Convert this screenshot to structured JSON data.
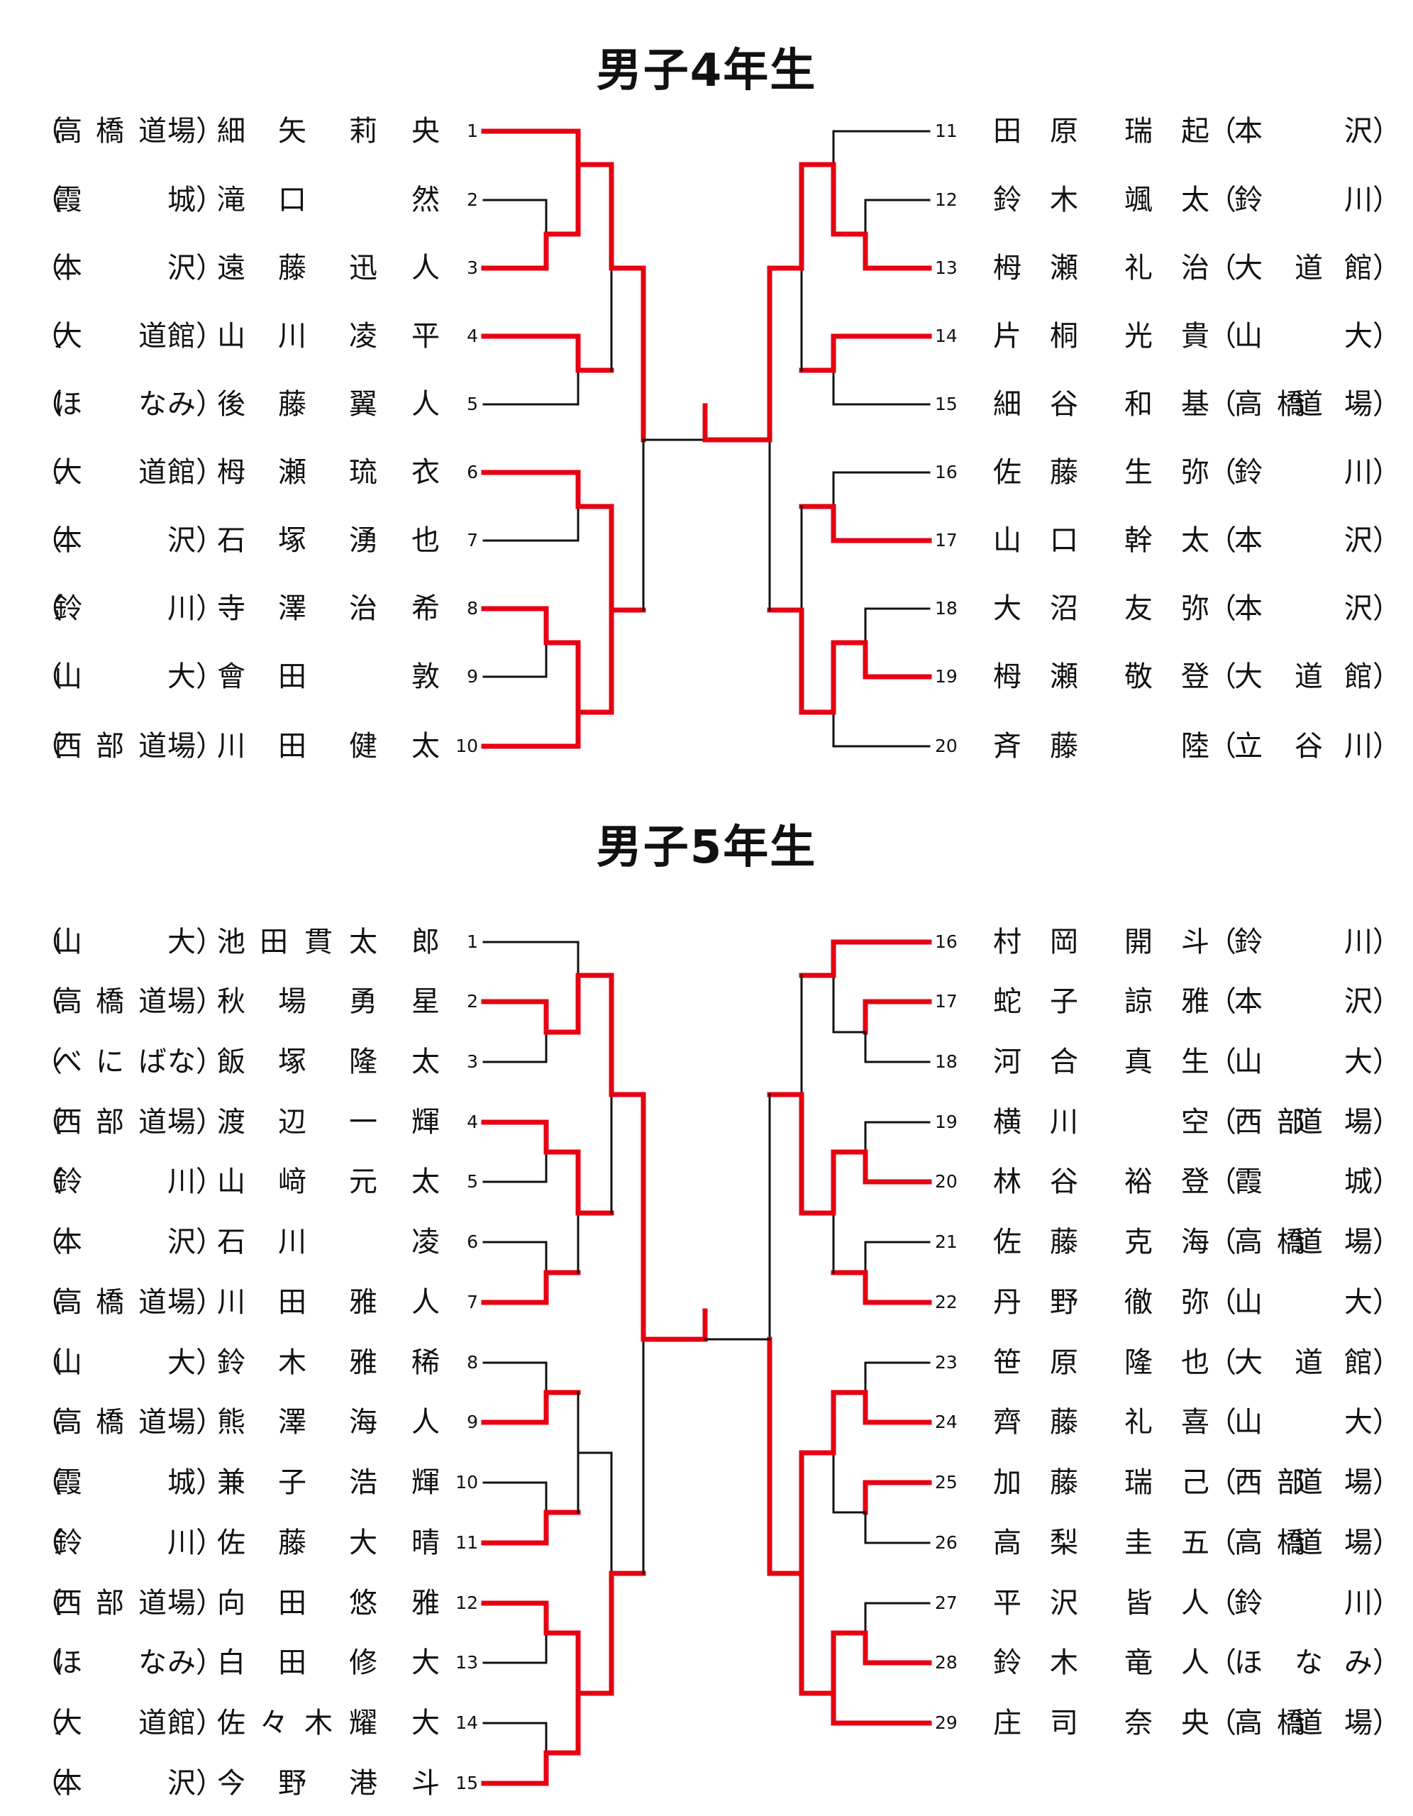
{
  "brackets": [
    {
      "title": "男子4年生",
      "left": [
        {
          "club": [
            "高",
            "橋",
            "道",
            "場"
          ],
          "name": [
            "細",
            "矢",
            "莉",
            "央"
          ],
          "num": "1"
        },
        {
          "club": [
            "霞",
            "",
            "",
            "城"
          ],
          "name": [
            "滝",
            "口",
            "",
            "然"
          ],
          "num": "2"
        },
        {
          "club": [
            "本",
            "",
            "",
            "沢"
          ],
          "name": [
            "遠",
            "藤",
            "迅",
            "人"
          ],
          "num": "3"
        },
        {
          "club": [
            "大",
            "",
            "道",
            "館"
          ],
          "name": [
            "山",
            "川",
            "凌",
            "平"
          ],
          "num": "4"
        },
        {
          "club": [
            "ほ",
            "",
            "な",
            "み"
          ],
          "name": [
            "後",
            "藤",
            "翼",
            "人"
          ],
          "num": "5"
        },
        {
          "club": [
            "大",
            "",
            "道",
            "館"
          ],
          "name": [
            "栂",
            "瀬",
            "琉",
            "衣"
          ],
          "num": "6"
        },
        {
          "club": [
            "本",
            "",
            "",
            "沢"
          ],
          "name": [
            "石",
            "塚",
            "湧",
            "也"
          ],
          "num": "7"
        },
        {
          "club": [
            "鈴",
            "",
            "",
            "川"
          ],
          "name": [
            "寺",
            "澤",
            "治",
            "希"
          ],
          "num": "8"
        },
        {
          "club": [
            "山",
            "",
            "",
            "大"
          ],
          "name": [
            "會",
            "田",
            "",
            "敦"
          ],
          "num": "9"
        },
        {
          "club": [
            "西",
            "部",
            "道",
            "場"
          ],
          "name": [
            "川",
            "田",
            "健",
            "太"
          ],
          "num": "10"
        }
      ],
      "right": [
        {
          "num": "11",
          "name": [
            "田",
            "原",
            "瑞",
            "起"
          ],
          "club": [
            "本",
            "",
            "",
            "沢"
          ]
        },
        {
          "num": "12",
          "name": [
            "鈴",
            "木",
            "颯",
            "太"
          ],
          "club": [
            "鈴",
            "",
            "",
            "川"
          ]
        },
        {
          "num": "13",
          "name": [
            "栂",
            "瀬",
            "礼",
            "治"
          ],
          "club": [
            "大",
            "",
            "道",
            "館"
          ]
        },
        {
          "num": "14",
          "name": [
            "片",
            "桐",
            "光",
            "貴"
          ],
          "club": [
            "山",
            "",
            "",
            "大"
          ]
        },
        {
          "num": "15",
          "name": [
            "細",
            "谷",
            "和",
            "基"
          ],
          "club": [
            "高",
            "橋",
            "道",
            "場"
          ]
        },
        {
          "num": "16",
          "name": [
            "佐",
            "藤",
            "生",
            "弥"
          ],
          "club": [
            "鈴",
            "",
            "",
            "川"
          ]
        },
        {
          "num": "17",
          "name": [
            "山",
            "口",
            "幹",
            "太"
          ],
          "club": [
            "本",
            "",
            "",
            "沢"
          ]
        },
        {
          "num": "18",
          "name": [
            "大",
            "沼",
            "友",
            "弥"
          ],
          "club": [
            "本",
            "",
            "",
            "沢"
          ]
        },
        {
          "num": "19",
          "name": [
            "栂",
            "瀬",
            "敬",
            "登"
          ],
          "club": [
            "大",
            "",
            "道",
            "館"
          ]
        },
        {
          "num": "20",
          "name": [
            "斉",
            "藤",
            "",
            "陸"
          ],
          "club": [
            "立",
            "",
            "谷",
            "川"
          ]
        }
      ]
    },
    {
      "title": "男子5年生",
      "left": [
        {
          "club": [
            "山",
            "",
            "",
            "大"
          ],
          "name": [
            "池",
            "田",
            "貫",
            "太",
            "郎"
          ],
          "num": "1"
        },
        {
          "club": [
            "高",
            "橋",
            "道",
            "場"
          ],
          "name": [
            "秋",
            "場",
            "勇",
            "星"
          ],
          "num": "2"
        },
        {
          "club": [
            "べ",
            "に",
            "ば",
            "な"
          ],
          "name": [
            "飯",
            "塚",
            "隆",
            "太"
          ],
          "num": "3"
        },
        {
          "club": [
            "西",
            "部",
            "道",
            "場"
          ],
          "name": [
            "渡",
            "辺",
            "一",
            "輝"
          ],
          "num": "4"
        },
        {
          "club": [
            "鈴",
            "",
            "",
            "川"
          ],
          "name": [
            "山",
            "﨑",
            "元",
            "太"
          ],
          "num": "5"
        },
        {
          "club": [
            "本",
            "",
            "",
            "沢"
          ],
          "name": [
            "石",
            "川",
            "",
            "凌"
          ],
          "num": "6"
        },
        {
          "club": [
            "高",
            "橋",
            "道",
            "場"
          ],
          "name": [
            "川",
            "田",
            "雅",
            "人"
          ],
          "num": "7"
        },
        {
          "club": [
            "山",
            "",
            "",
            "大"
          ],
          "name": [
            "鈴",
            "木",
            "雅",
            "稀"
          ],
          "num": "8"
        },
        {
          "club": [
            "高",
            "橋",
            "道",
            "場"
          ],
          "name": [
            "熊",
            "澤",
            "海",
            "人"
          ],
          "num": "9"
        },
        {
          "club": [
            "霞",
            "",
            "",
            "城"
          ],
          "name": [
            "兼",
            "子",
            "浩",
            "輝"
          ],
          "num": "10"
        },
        {
          "club": [
            "鈴",
            "",
            "",
            "川"
          ],
          "name": [
            "佐",
            "藤",
            "大",
            "晴"
          ],
          "num": "11"
        },
        {
          "club": [
            "西",
            "部",
            "道",
            "場"
          ],
          "name": [
            "向",
            "田",
            "悠",
            "雅"
          ],
          "num": "12"
        },
        {
          "club": [
            "ほ",
            "",
            "な",
            "み"
          ],
          "name": [
            "白",
            "田",
            "修",
            "大"
          ],
          "num": "13"
        },
        {
          "club": [
            "大",
            "",
            "道",
            "館"
          ],
          "name": [
            "佐",
            "々",
            "木",
            "耀",
            "大"
          ],
          "num": "14"
        },
        {
          "club": [
            "本",
            "",
            "",
            "沢"
          ],
          "name": [
            "今",
            "野",
            "港",
            "斗"
          ],
          "num": "15"
        }
      ],
      "right": [
        {
          "num": "16",
          "name": [
            "村",
            "岡",
            "開",
            "斗"
          ],
          "club": [
            "鈴",
            "",
            "",
            "川"
          ]
        },
        {
          "num": "17",
          "name": [
            "蛇",
            "子",
            "諒",
            "雅"
          ],
          "club": [
            "本",
            "",
            "",
            "沢"
          ]
        },
        {
          "num": "18",
          "name": [
            "河",
            "合",
            "真",
            "生"
          ],
          "club": [
            "山",
            "",
            "",
            "大"
          ]
        },
        {
          "num": "19",
          "name": [
            "横",
            "川",
            "",
            "空"
          ],
          "club": [
            "西",
            "部",
            "道",
            "場"
          ]
        },
        {
          "num": "20",
          "name": [
            "林",
            "谷",
            "裕",
            "登"
          ],
          "club": [
            "霞",
            "",
            "",
            "城"
          ]
        },
        {
          "num": "21",
          "name": [
            "佐",
            "藤",
            "克",
            "海"
          ],
          "club": [
            "高",
            "橋",
            "道",
            "場"
          ]
        },
        {
          "num": "22",
          "name": [
            "丹",
            "野",
            "徹",
            "弥"
          ],
          "club": [
            "山",
            "",
            "",
            "大"
          ]
        },
        {
          "num": "23",
          "name": [
            "笹",
            "原",
            "隆",
            "也"
          ],
          "club": [
            "大",
            "",
            "道",
            "館"
          ]
        },
        {
          "num": "24",
          "name": [
            "齊",
            "藤",
            "礼",
            "喜"
          ],
          "club": [
            "山",
            "",
            "",
            "大"
          ]
        },
        {
          "num": "25",
          "name": [
            "加",
            "藤",
            "瑞",
            "己"
          ],
          "club": [
            "西",
            "部",
            "道",
            "場"
          ]
        },
        {
          "num": "26",
          "name": [
            "高",
            "梨",
            "圭",
            "五"
          ],
          "club": [
            "高",
            "橋",
            "道",
            "場"
          ]
        },
        {
          "num": "27",
          "name": [
            "平",
            "沢",
            "皆",
            "人"
          ],
          "club": [
            "鈴",
            "",
            "",
            "川"
          ]
        },
        {
          "num": "28",
          "name": [
            "鈴",
            "木",
            "竜",
            "人"
          ],
          "club": [
            "ほ",
            "",
            "な",
            "み"
          ]
        },
        {
          "num": "29",
          "name": [
            "庄",
            "司",
            "奈",
            "央"
          ],
          "club": [
            "高",
            "橋",
            "道",
            "場"
          ]
        }
      ]
    }
  ],
  "colors": {
    "winner_line": "#e60012",
    "line": "#111111"
  }
}
